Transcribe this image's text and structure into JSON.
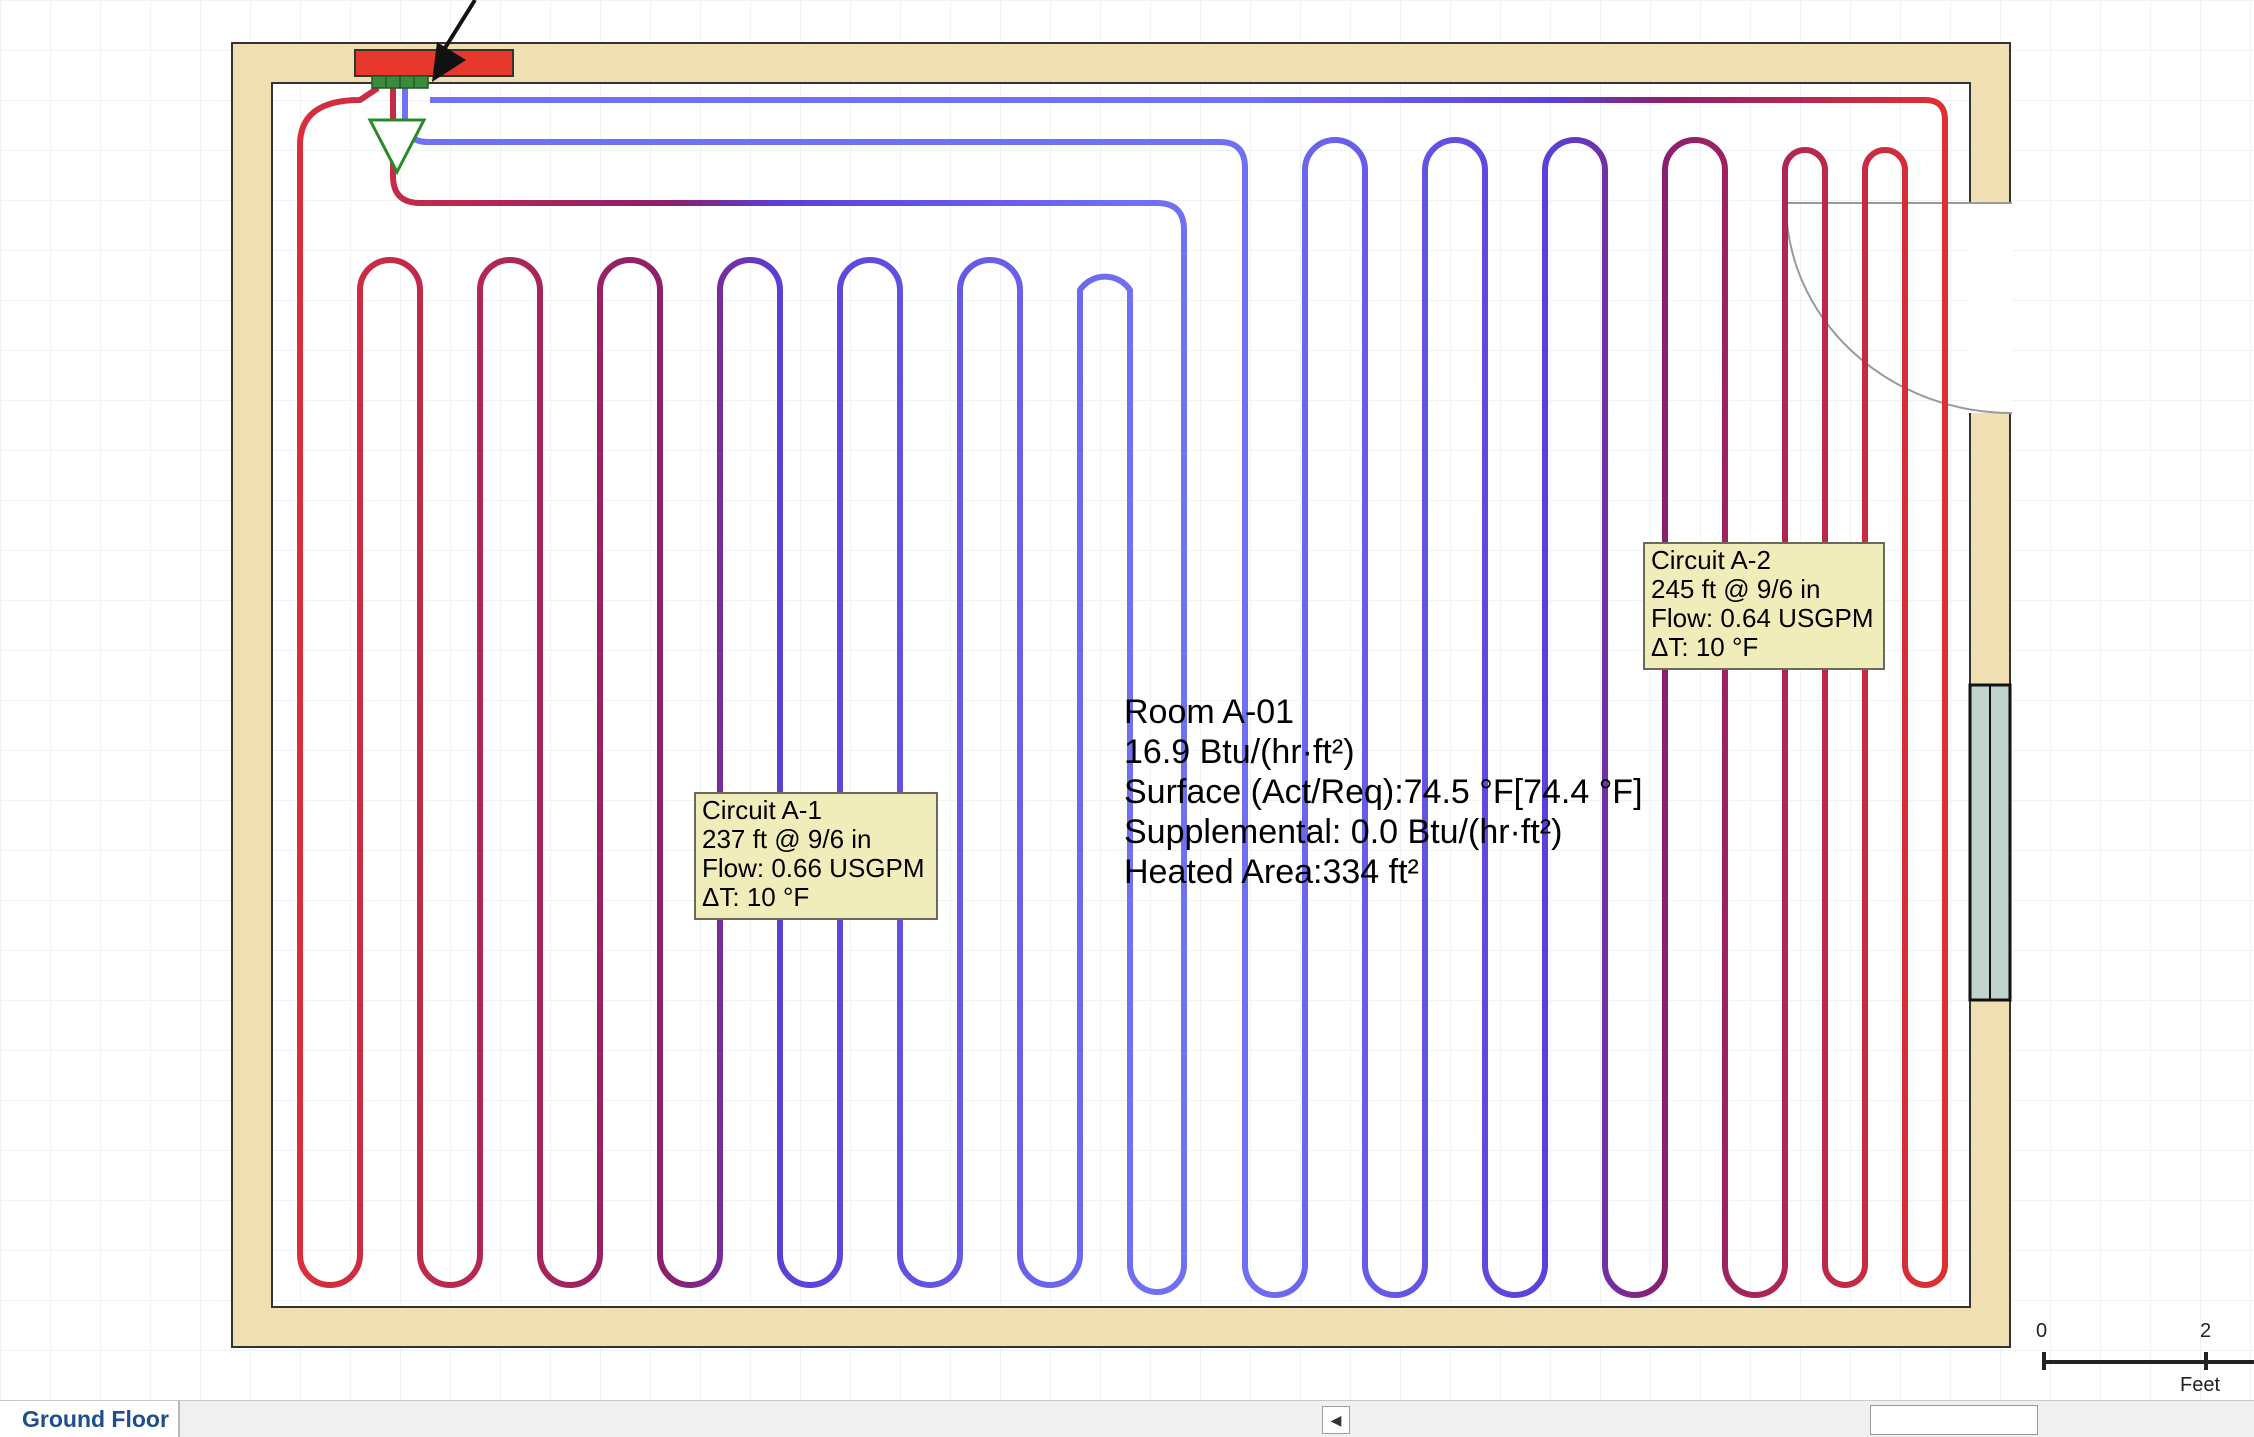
{
  "room": {
    "name": "Room A-01",
    "output": "16.9 Btu/(hr·ft²)",
    "surface": "Surface (Act/Req):74.5 °F[74.4 °F]",
    "supplemental": "Supplemental: 0.0 Btu/(hr·ft²)",
    "heated_area": "Heated Area:334 ft²"
  },
  "circuits": [
    {
      "name": "Circuit A-1",
      "length": "237 ft @ 9/6 in",
      "flow": "Flow: 0.66 USGPM",
      "delta_t": "ΔT: 10 °F"
    },
    {
      "name": "Circuit A-2",
      "length": "245 ft @ 9/6 in",
      "flow": "Flow: 0.64 USGPM",
      "delta_t": "ΔT: 10 °F"
    }
  ],
  "scale": {
    "start": "0",
    "end": "2",
    "unit": "Feet"
  },
  "status": {
    "floor_tab": "Ground Floor"
  },
  "colors": {
    "wall": "#f1dfb4",
    "supply_hot": "#e03030",
    "mid": "#8a1f6e",
    "return_cool": "#6a6af0",
    "manifold": "#e8382c",
    "label_bg": "#f1edbb",
    "window": "#bfd2cc"
  },
  "icons": {
    "arrow": "arrow-pointer-icon",
    "valve": "triangle-valve-icon",
    "scroll_left": "chevron-left-icon"
  }
}
